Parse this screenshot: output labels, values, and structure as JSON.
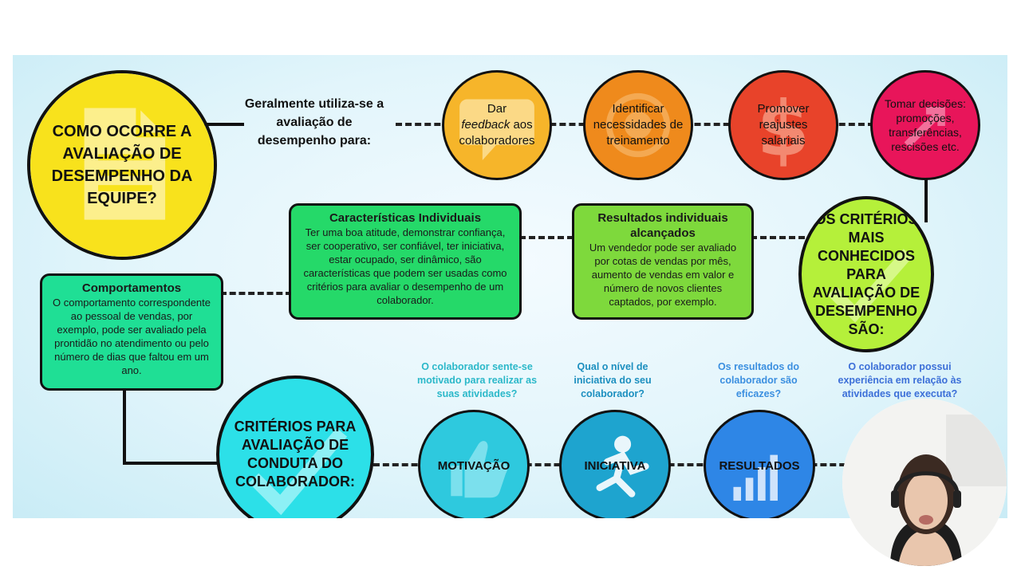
{
  "main": {
    "title": "COMO OCORRE A AVALIAÇÃO DE DESEMPENHO DA EQUIPE?",
    "intro": "Geralmente utiliza-se a avaliação de desempenho para:",
    "uses": [
      {
        "pre": "Dar",
        "em": "feedback",
        "post": "aos colaboradores",
        "color": "#f6b52a",
        "icon": "speech-bubble-icon"
      },
      {
        "text": "Identificar necessidades de treinamento",
        "color": "#ef8a1c",
        "icon": "training-target-icon"
      },
      {
        "text": "Promover reajustes salariais",
        "color": "#e8432a",
        "icon": "dollar-sign-icon"
      },
      {
        "text": "Tomar decisões: promoções, transferências, rescisões etc.",
        "color": "#e8155a",
        "icon": "decision-arrow-icon"
      }
    ]
  },
  "criteria_title": "OS CRITÉRIOS MAIS CONHECIDOS PARA AVALIAÇÃO DE DESEMPENHO SÃO:",
  "criteria_boxes": {
    "results": {
      "title": "Resultados individuais alcançados",
      "text": "Um vendedor pode ser avaliado por cotas de vendas por mês, aumento de vendas em valor e número de novos clientes captados, por exemplo.",
      "color": "#7ed93c"
    },
    "characteristics": {
      "title": "Características Individuais",
      "text": "Ter uma boa atitude, demonstrar confiança, ser cooperativo, ser confiável, ter iniciativa, estar ocupado, ser dinâmico, são características que podem ser usadas como critérios para avaliar o desempenho de um colaborador.",
      "color": "#25d969"
    },
    "behaviors": {
      "title": "Comportamentos",
      "text": "O comportamento correspondente ao pessoal de vendas, por exemplo, pode ser avaliado pela prontidão no atendimento ou pelo número de dias que faltou em um ano.",
      "color": "#1fdf95"
    }
  },
  "conduct_title": "CRITÉRIOS PARA AVALIAÇÃO DE CONDUTA DO COLABORADOR:",
  "conduct_items": [
    {
      "label": "MOTIVAÇÃO",
      "question": "O colaborador sente-se motivado para realizar as suas atividades?",
      "color": "#2ec9de",
      "qcolor": "#2bb8c9",
      "icon": "thumbs-up-icon"
    },
    {
      "label": "INICIATIVA",
      "question": "Qual o nível de iniciativa do seu colaborador?",
      "color": "#1ea4cf",
      "qcolor": "#1c8fbf",
      "icon": "runner-icon"
    },
    {
      "label": "RESULTADOS",
      "question": "Os resultados do colaborador são eficazes?",
      "color": "#2e86e6",
      "qcolor": "#3b8fe0",
      "icon": "bar-chart-icon"
    },
    {
      "question": "O colaborador possui experiência em relação às atividades que executa?",
      "qcolor": "#3c6fd8"
    }
  ],
  "colors": {
    "yellow_circle": "#f8e21c",
    "criteria_circle": "#b5f03a",
    "conduct_circle": "#2ce0e8"
  }
}
